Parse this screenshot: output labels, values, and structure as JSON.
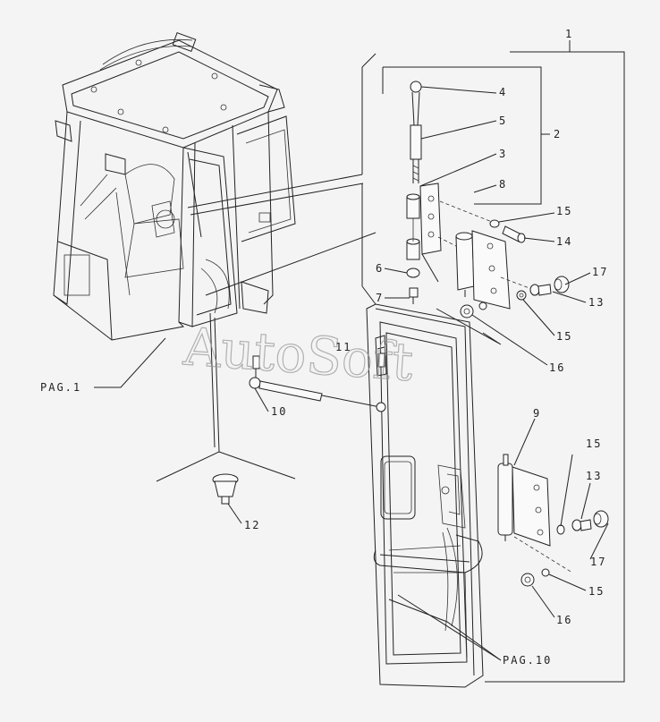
{
  "watermark": "AutoSoft",
  "labels": {
    "l1": "1",
    "l2": "2",
    "l3": "3",
    "l4": "4",
    "l5": "5",
    "l6": "6",
    "l7": "7",
    "l8": "8",
    "l9": "9",
    "l10": "10",
    "l11": "11",
    "l12": "12",
    "l13a": "13",
    "l13b": "13",
    "l14": "14",
    "l15a": "15",
    "l15b": "15",
    "l15c": "15",
    "l15d": "15",
    "l16a": "16",
    "l16b": "16",
    "l17a": "17",
    "l17b": "17",
    "pag1": "PAG.1",
    "pag10": "PAG.10"
  }
}
